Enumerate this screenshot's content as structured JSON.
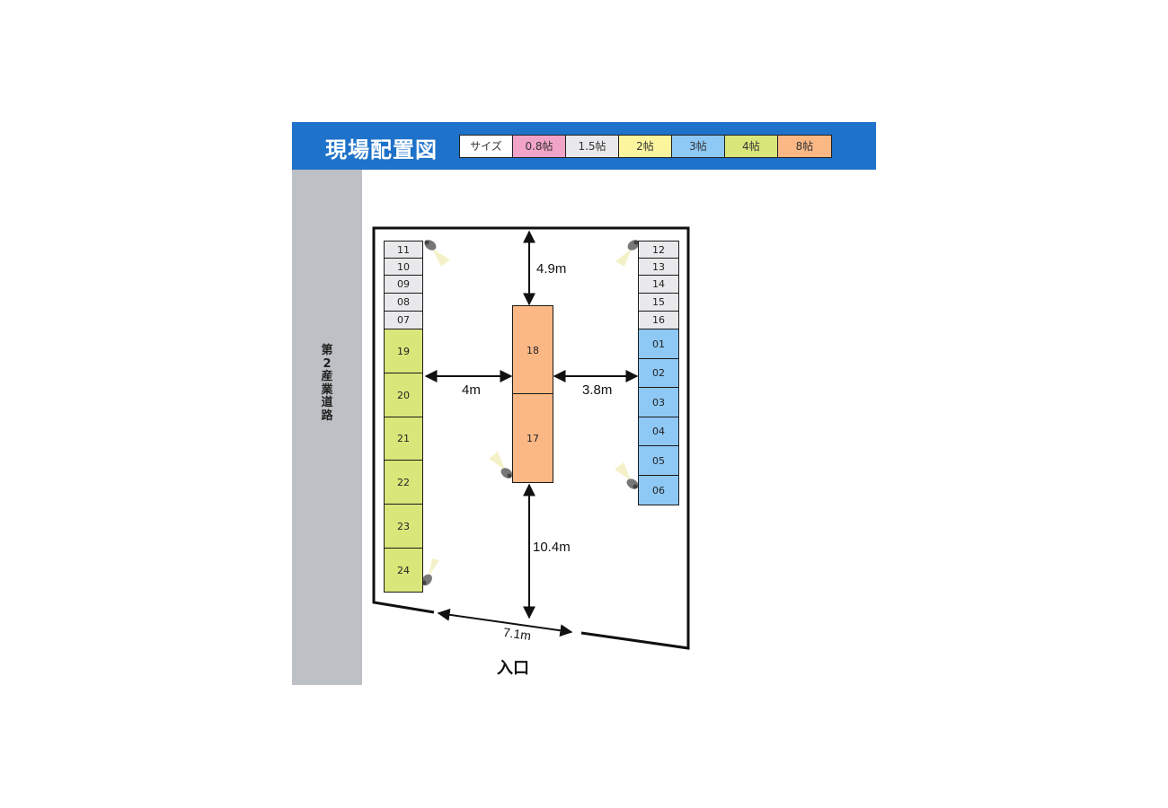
{
  "header": {
    "title": "現場配置図",
    "legend": [
      {
        "label": "サイズ",
        "color": "#ffffff"
      },
      {
        "label": "0.8帖",
        "color": "#f2a3c8"
      },
      {
        "label": "1.5帖",
        "color": "#e9e9eb"
      },
      {
        "label": "2帖",
        "color": "#fdf59e"
      },
      {
        "label": "3帖",
        "color": "#8ec8f5"
      },
      {
        "label": "4帖",
        "color": "#d9e67a"
      },
      {
        "label": "8帖",
        "color": "#fbb885"
      }
    ]
  },
  "road": {
    "label": "第2産業道路"
  },
  "units": {
    "left_small": [
      "11",
      "10",
      "09",
      "08",
      "07"
    ],
    "left_large": [
      "19",
      "20",
      "21",
      "22",
      "23",
      "24"
    ],
    "right_small": [
      "12",
      "13",
      "14",
      "15",
      "16"
    ],
    "right_blue": [
      "01",
      "02",
      "03",
      "04",
      "05",
      "06"
    ],
    "center": [
      "18",
      "17"
    ]
  },
  "measurements": {
    "top": "4.9m",
    "left": "4m",
    "right": "3.8m",
    "bottom": "10.4m",
    "width": "7.1m"
  },
  "entrance": "入口",
  "colors": {
    "header_bg": "#1e72c9",
    "road_bg": "#bdc0c4",
    "small_unit": "#e9e9eb",
    "large_unit": "#d9e67a",
    "blue_unit": "#8ec8f5",
    "center_unit": "#fbb885"
  }
}
